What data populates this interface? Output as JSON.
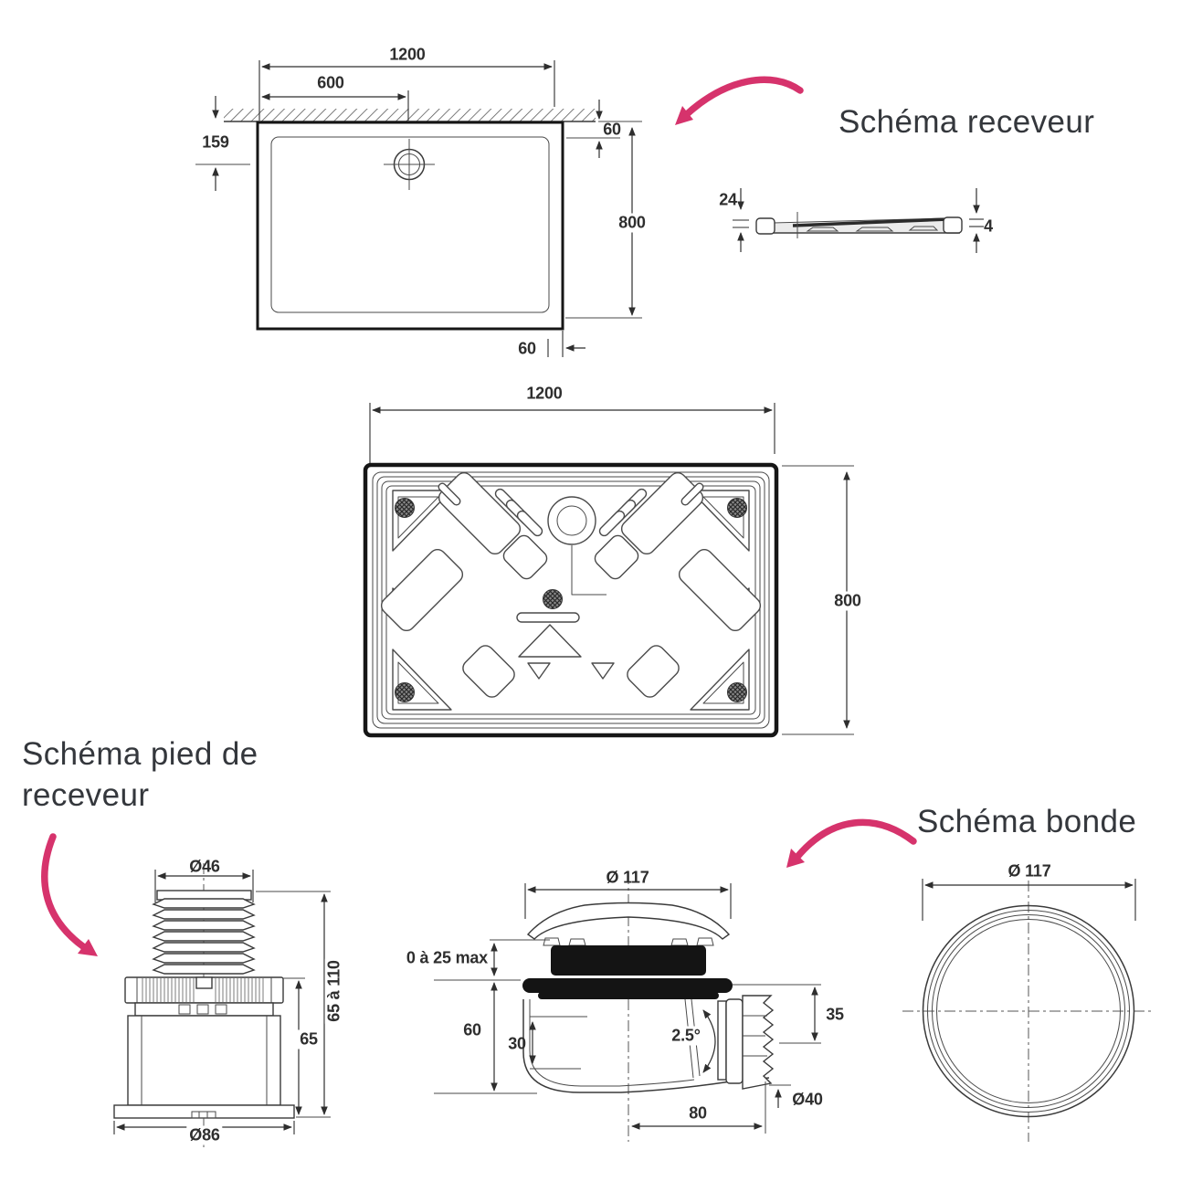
{
  "accent": {
    "pink": "#d6336c",
    "line": "#3a3a3a"
  },
  "titles": {
    "receveur": "Schéma receveur",
    "pied_line1": "Schéma pied de",
    "pied_line2": "receveur",
    "bonde": "Schéma bonde"
  },
  "tray_top_view": {
    "width": "1200",
    "drain_offset": "600",
    "drain_from_top": "159",
    "rim_top": "60",
    "height": "800",
    "rim_bottom": "60"
  },
  "tray_profile": {
    "height": "24",
    "edge": "4"
  },
  "tray_bottom_view": {
    "width": "1200",
    "height": "800"
  },
  "foot": {
    "top_diameter": "Ø46",
    "base_diameter": "Ø86",
    "body_height": "65",
    "height_range": "65 à 110"
  },
  "drain_section": {
    "diameter": "Ø 117",
    "tile_range": "0 à 25 max",
    "depth": "60",
    "seal_depth": "30",
    "slope": "2.5°",
    "outlet_height": "35",
    "outlet_diameter": "Ø40",
    "outlet_length": "80"
  },
  "drain_top_view": {
    "diameter": "Ø 117"
  }
}
